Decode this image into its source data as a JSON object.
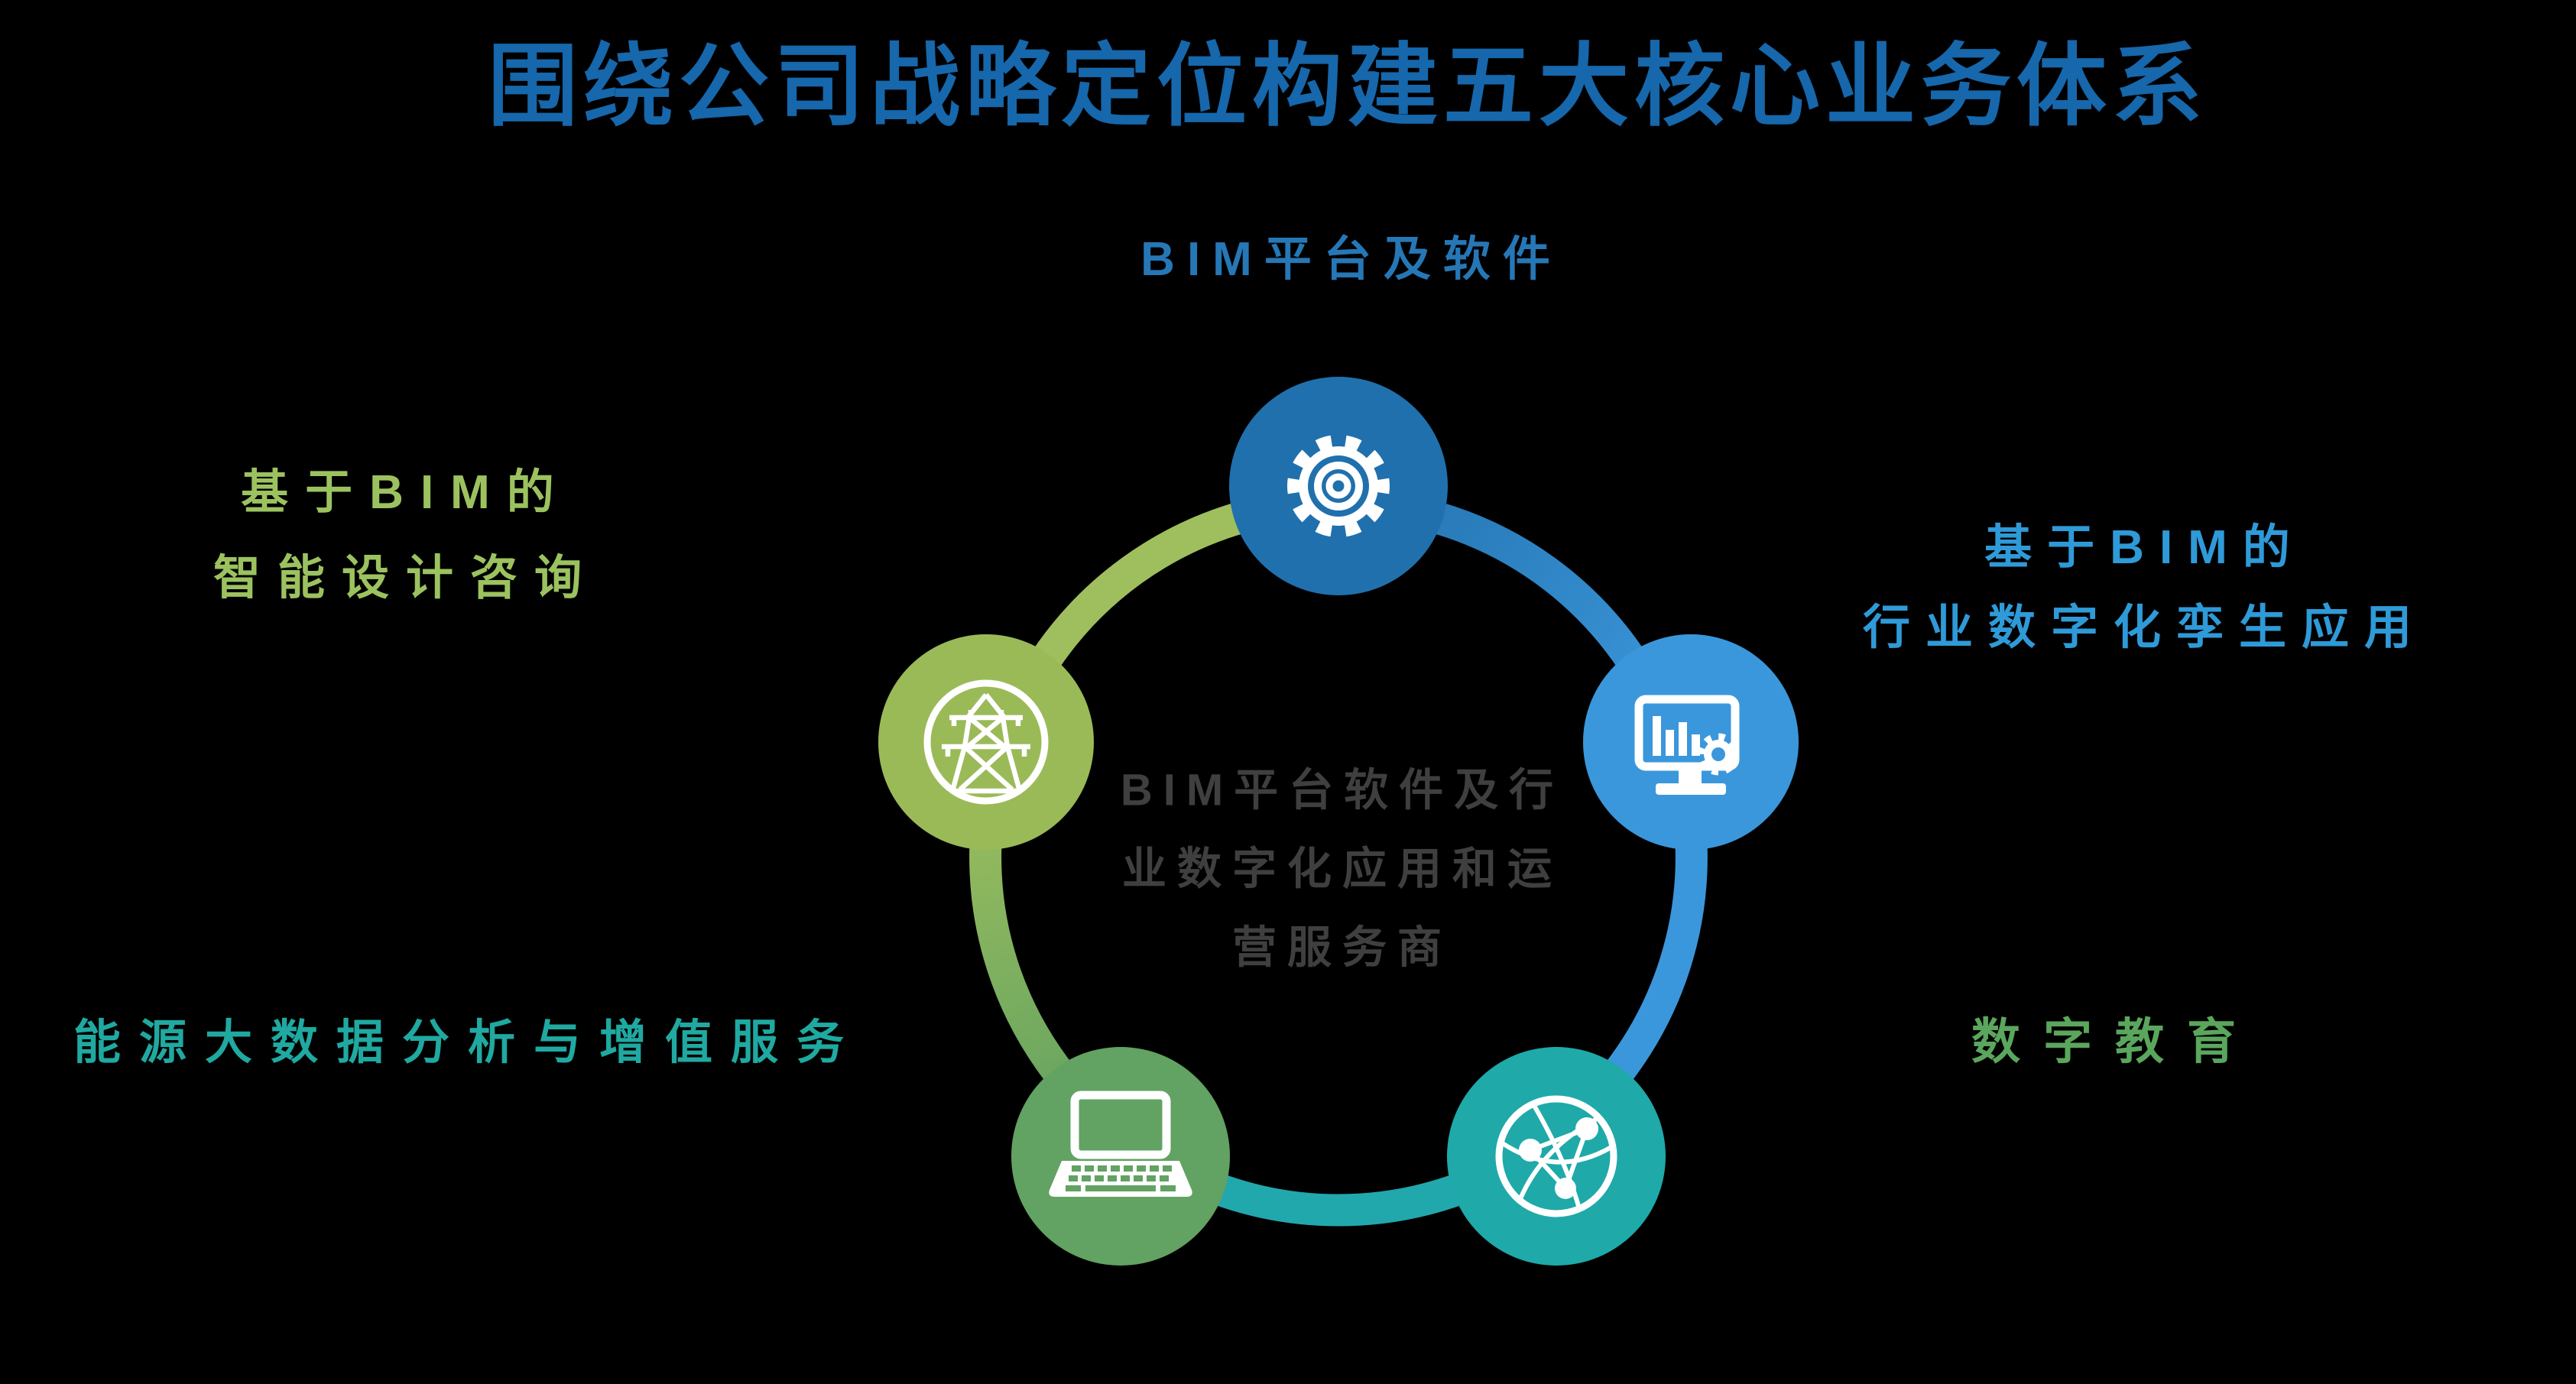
{
  "title": "围绕公司战略定位构建五大核心业务体系",
  "center_label": {
    "line1": "BIM平台软件及行",
    "line2": "业数字化应用和运",
    "line3": "营服务商"
  },
  "nodes": {
    "top": {
      "label": "BIM平台及软件",
      "icon": "gear-icon",
      "color": "#2070AD",
      "label_color": "#2677B6"
    },
    "right": {
      "label_line1": "基于BIM的",
      "label_line2": "行业数字化孪生应用",
      "icon": "monitor-chart-gear-icon",
      "color": "#3B97DB",
      "label_color": "#2F9AD8"
    },
    "bottom_right": {
      "label": "数字教育",
      "icon": "globe-network-icon",
      "color": "#1FA9A9",
      "label_color": "#5BA65D"
    },
    "bottom_left": {
      "label": "能源大数据分析与增值服务",
      "icon": "laptop-icon",
      "color": "#62A262",
      "label_color": "#1FA9A1"
    },
    "left": {
      "label_line1": "基于BIM的",
      "label_line2": "智能设计咨询",
      "icon": "transmission-tower-icon",
      "color": "#9ABA58",
      "label_color": "#9CC25F"
    }
  },
  "colors": {
    "background": "#000000",
    "title_text": "#1667AB",
    "center_text": "#3F3F3F",
    "ring_yellow_green": "#9FBF5E",
    "ring_blue_dark": "#2473AF",
    "ring_blue_light": "#3B97DB",
    "ring_teal": "#21A8AD",
    "ring_green": "#5FA160",
    "icon_white": "#FFFFFF"
  }
}
